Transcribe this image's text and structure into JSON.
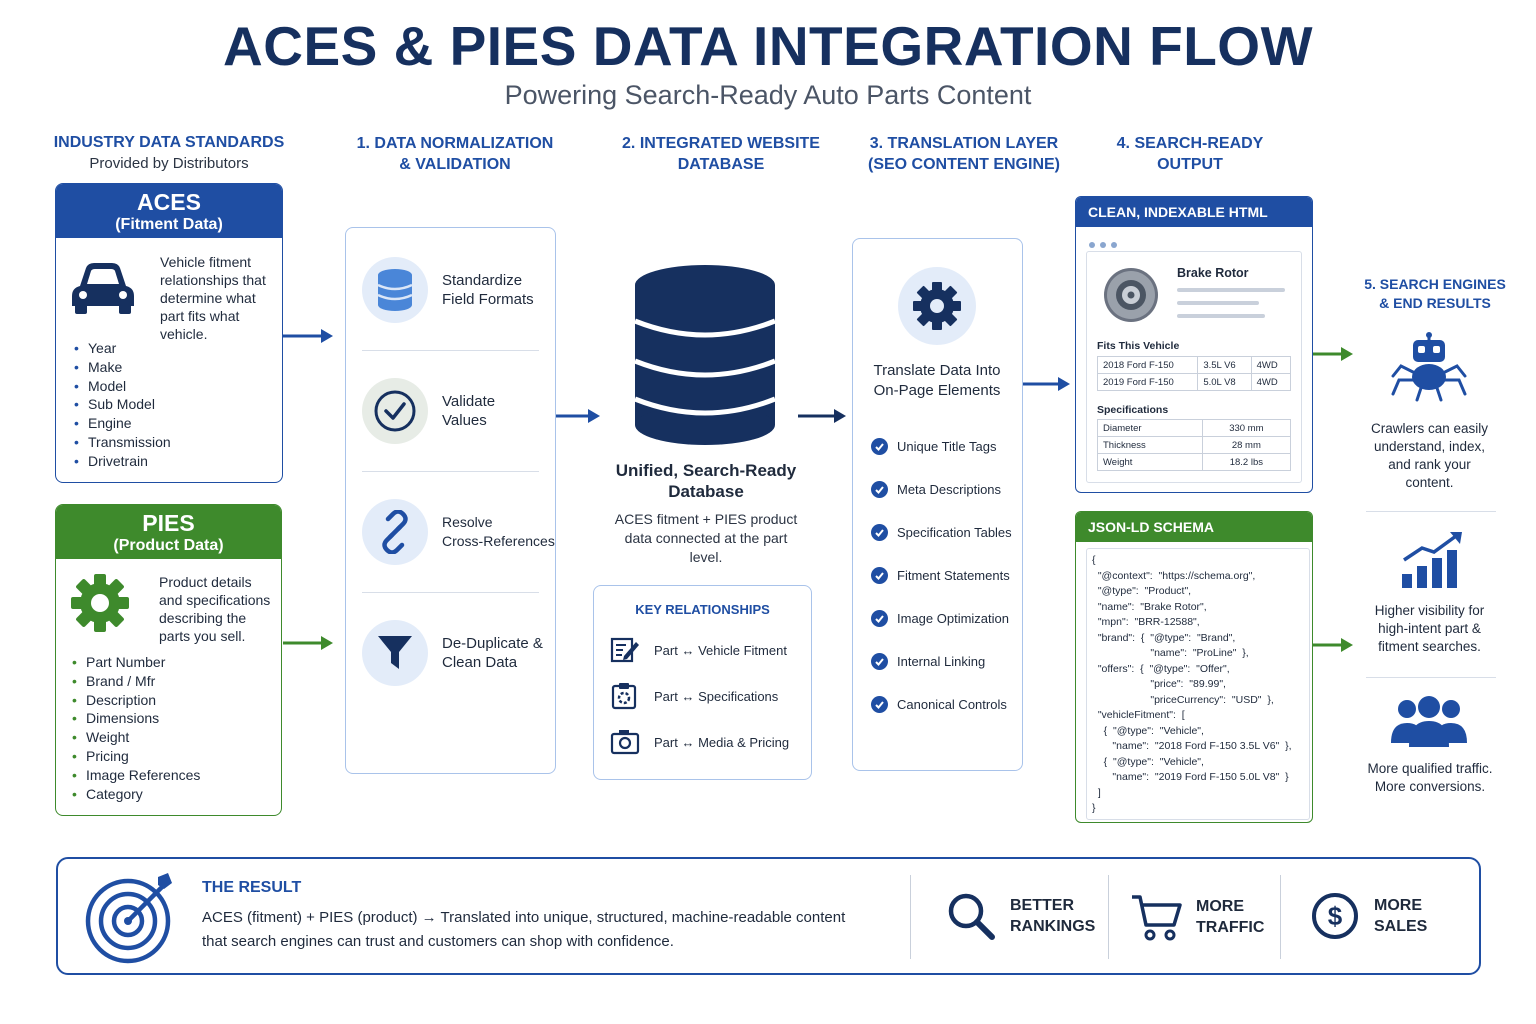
{
  "title": "ACES & PIES DATA INTEGRATION FLOW",
  "subtitle": "Powering Search-Ready Auto Parts Content",
  "columns": {
    "standards": {
      "title": "INDUSTRY DATA STANDARDS",
      "sub": "Provided by Distributors"
    },
    "normalization": {
      "title_1": "1. DATA NORMALIZATION",
      "title_2": "& VALIDATION"
    },
    "database": {
      "title_1": "2. INTEGRATED WEBSITE",
      "title_2": "DATABASE"
    },
    "translation": {
      "title_1": "3. TRANSLATION LAYER",
      "title_2": "(SEO CONTENT ENGINE)"
    },
    "output": {
      "title_1": "4. SEARCH-READY",
      "title_2": "OUTPUT"
    },
    "search": {
      "title_1": "5. SEARCH ENGINES",
      "title_2": "& END RESULTS"
    }
  },
  "aces": {
    "title": "ACES",
    "subtitle": "(Fitment Data)",
    "desc": [
      "Vehicle fitment",
      "relationships that",
      "determine what",
      "part fits what",
      "vehicle."
    ],
    "items": [
      "Year",
      "Make",
      "Model",
      "Sub Model",
      "Engine",
      "Transmission",
      "Drivetrain"
    ]
  },
  "pies": {
    "title": "PIES",
    "subtitle": "(Product Data)",
    "desc": [
      "Product details",
      "and specifications",
      "describing the",
      "parts you sell."
    ],
    "items": [
      "Part Number",
      "Brand / Mfr",
      "Description",
      "Dimensions",
      "Weight",
      "Pricing",
      "Image References",
      "Category"
    ]
  },
  "normalization": [
    {
      "line1": "Standardize",
      "line2": "Field Formats"
    },
    {
      "line1": "Validate",
      "line2": "Values"
    },
    {
      "line1": "Resolve",
      "line2": "Cross-References"
    },
    {
      "line1": "De-Duplicate &",
      "line2": "Clean Data"
    }
  ],
  "database": {
    "title_1": "Unified, Search-Ready",
    "title_2": "Database",
    "desc": [
      "ACES fitment + PIES product",
      "data connected at the part",
      "level."
    ]
  },
  "relationships": {
    "title": "KEY RELATIONSHIPS",
    "items": [
      "Part ↔ Vehicle Fitment",
      "Part ↔ Specifications",
      "Part ↔ Media & Pricing"
    ]
  },
  "translation": {
    "intro_1": "Translate Data Into",
    "intro_2": "On-Page Elements",
    "items": [
      "Unique Title Tags",
      "Meta Descriptions",
      "Specification Tables",
      "Fitment Statements",
      "Image Optimization",
      "Internal Linking",
      "Canonical Controls"
    ]
  },
  "html_output": {
    "header": "CLEAN, INDEXABLE HTML",
    "product": "Brake Rotor",
    "fits_title": "Fits This Vehicle",
    "fits": [
      [
        "2018 Ford F-150",
        "3.5L V6",
        "4WD"
      ],
      [
        "2019 Ford F-150",
        "5.0L V8",
        "4WD"
      ]
    ],
    "specs_title": "Specifications",
    "specs": [
      [
        "Diameter",
        "330 mm"
      ],
      [
        "Thickness",
        "28 mm"
      ],
      [
        "Weight",
        "18.2 lbs"
      ]
    ]
  },
  "json_ld": {
    "header": "JSON-LD SCHEMA",
    "lines": [
      "{",
      "  \"@context\":  \"https://schema.org\",",
      "  \"@type\":  \"Product\",",
      "  \"name\":  \"Brake Rotor\",",
      "  \"mpn\":  \"BRR-12588\",",
      "  \"brand\":  {  \"@type\":  \"Brand\",",
      "                    \"name\":  \"ProLine\"  },",
      "  \"offers\":  {  \"@type\":  \"Offer\",",
      "                    \"price\":  \"89.99\",",
      "                    \"priceCurrency\":  \"USD\"  },",
      "  \"vehicleFitment\":  [",
      "    {  \"@type\":  \"Vehicle\",",
      "       \"name\":  \"2018 Ford F-150 3.5L V6\"  },",
      "    {  \"@type\":  \"Vehicle\",",
      "       \"name\":  \"2019 Ford F-150 5.0L V8\"  }",
      "  ]",
      "}"
    ]
  },
  "search_results": [
    [
      "Crawlers can easily",
      "understand, index,",
      "and rank your",
      "content."
    ],
    [
      "Higher visibility for",
      "high-intent part &",
      "fitment searches."
    ],
    [
      "More qualified traffic.",
      "More conversions."
    ]
  ],
  "result": {
    "title": "THE RESULT",
    "line1": "ACES (fitment) + PIES (product) → Translated into unique, structured, machine-readable content",
    "line2": "that search engines can trust and customers can shop with confidence.",
    "items": [
      {
        "line1": "BETTER",
        "line2": "RANKINGS"
      },
      {
        "line1": "MORE",
        "line2": "TRAFFIC"
      },
      {
        "line1": "MORE",
        "line2": "SALES"
      }
    ]
  },
  "colors": {
    "navy": "#16305f",
    "blue": "#1f4ea3",
    "green": "#3e8a2c",
    "light_blue": "#a9c3ea"
  }
}
